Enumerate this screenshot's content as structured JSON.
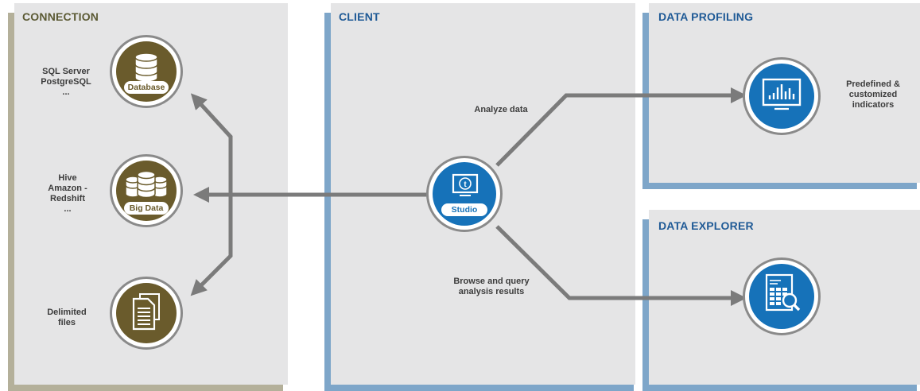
{
  "panels": {
    "connection": {
      "title": "CONNECTION"
    },
    "client": {
      "title": "CLIENT"
    },
    "profiling": {
      "title": "DATA PROFILING"
    },
    "explorer": {
      "title": "DATA EXPLORER"
    }
  },
  "connection": {
    "database": {
      "label_lines": [
        "SQL Server",
        "PostgreSQL",
        "..."
      ],
      "badge": "Database",
      "icon": "database-icon"
    },
    "bigdata": {
      "label_lines": [
        "Hive",
        "Amazon -",
        "Redshift",
        "..."
      ],
      "badge": "Big Data",
      "icon": "big-data-icon"
    },
    "files": {
      "label_lines": [
        "Delimited",
        "files"
      ],
      "icon": "document-icon"
    }
  },
  "client": {
    "studio": {
      "badge": "Studio",
      "icon": "studio-monitor-icon"
    },
    "analyze_label": "Analyze data",
    "browse_label_lines": [
      "Browse and query",
      "analysis results"
    ]
  },
  "profiling": {
    "label_lines": [
      "Predefined &",
      "customized",
      "indicators"
    ],
    "icon": "chart-monitor-icon"
  },
  "explorer": {
    "icon": "table-search-icon"
  },
  "colors": {
    "panel_bg": "#e5e5e6",
    "olive_accent": "#b4b09a",
    "blue_accent": "#7ea6c9",
    "brown": "#6a5b2c",
    "blue": "#1672b9",
    "arrow": "#7b7b7b"
  }
}
